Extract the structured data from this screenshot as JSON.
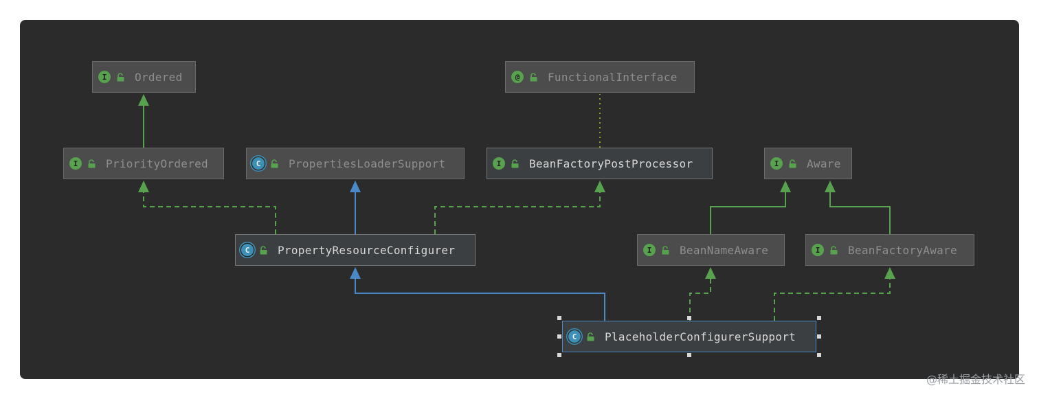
{
  "diagram": {
    "nodes": [
      {
        "id": "ordered",
        "kind": "interface",
        "badge": "I",
        "label": "Ordered",
        "style": "dim"
      },
      {
        "id": "functional",
        "kind": "annotation",
        "badge": "@",
        "label": "FunctionalInterface",
        "style": "dim"
      },
      {
        "id": "priority",
        "kind": "interface",
        "badge": "I",
        "label": "PriorityOrdered",
        "style": "dim"
      },
      {
        "id": "loader",
        "kind": "class",
        "badge": "C",
        "label": "PropertiesLoaderSupport",
        "style": "dim"
      },
      {
        "id": "bfpp",
        "kind": "interface",
        "badge": "I",
        "label": "BeanFactoryPostProcessor",
        "style": "bright"
      },
      {
        "id": "aware",
        "kind": "interface",
        "badge": "I",
        "label": "Aware",
        "style": "dim"
      },
      {
        "id": "prc",
        "kind": "class",
        "badge": "C",
        "label": "PropertyResourceConfigurer",
        "style": "bright"
      },
      {
        "id": "bna",
        "kind": "interface",
        "badge": "I",
        "label": "BeanNameAware",
        "style": "dim"
      },
      {
        "id": "bfa",
        "kind": "interface",
        "badge": "I",
        "label": "BeanFactoryAware",
        "style": "dim"
      },
      {
        "id": "pcs",
        "kind": "class",
        "badge": "C",
        "label": "PlaceholderConfigurerSupport",
        "style": "bright",
        "selected": true
      }
    ],
    "edges": [
      {
        "from": "priority",
        "to": "ordered",
        "type": "extends-interface"
      },
      {
        "from": "bfpp",
        "to": "functional",
        "type": "annotated"
      },
      {
        "from": "prc",
        "to": "priority",
        "type": "implements"
      },
      {
        "from": "prc",
        "to": "loader",
        "type": "extends-class"
      },
      {
        "from": "prc",
        "to": "bfpp",
        "type": "implements"
      },
      {
        "from": "bna",
        "to": "aware",
        "type": "extends-interface"
      },
      {
        "from": "bfa",
        "to": "aware",
        "type": "extends-interface"
      },
      {
        "from": "pcs",
        "to": "prc",
        "type": "extends-class"
      },
      {
        "from": "pcs",
        "to": "bna",
        "type": "implements"
      },
      {
        "from": "pcs",
        "to": "bfa",
        "type": "implements"
      }
    ],
    "colors": {
      "canvas": "#2b2b2b",
      "interface_edge": "#58a14f",
      "class_edge": "#4a88c7",
      "annotation_edge": "#9a9a2a"
    }
  },
  "watermark": "@稀土掘金技术社区"
}
